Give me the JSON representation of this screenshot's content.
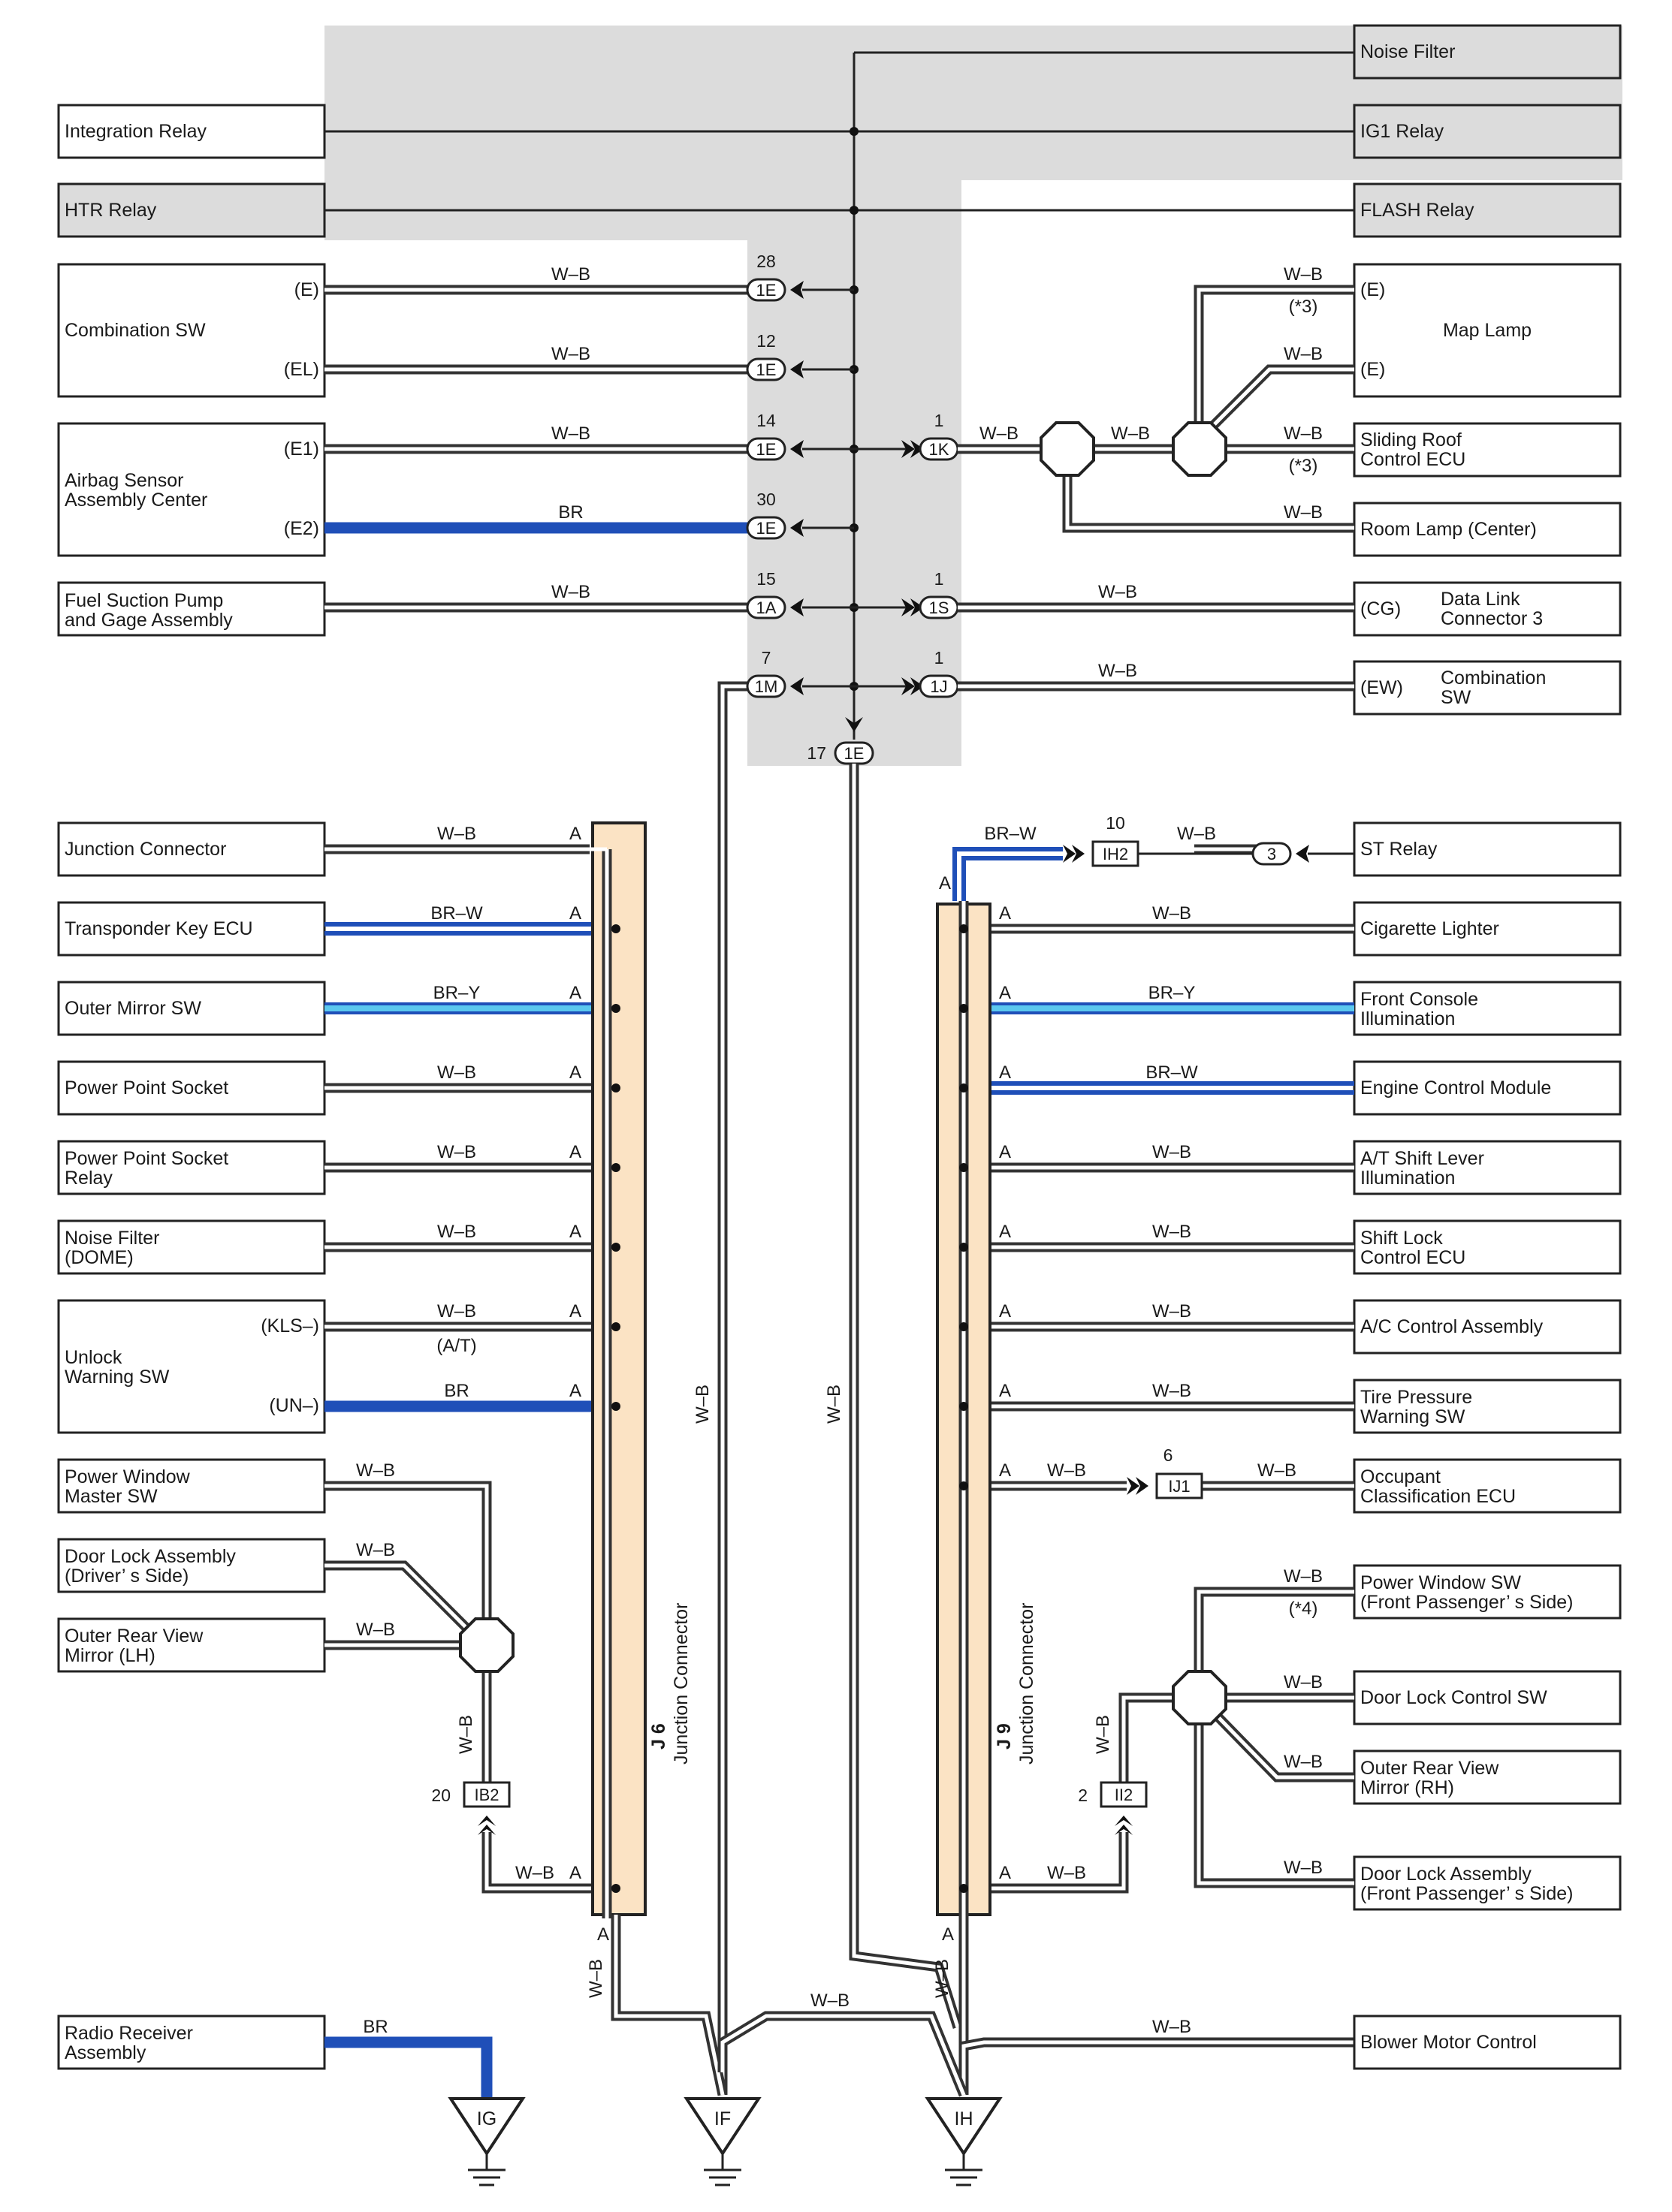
{
  "top_components": {
    "integration_relay": "Integration Relay",
    "htr_relay": "HTR Relay",
    "noise_filter": "Noise Filter",
    "ig1_relay": "IG1 Relay",
    "flash_relay": "FLASH Relay"
  },
  "left_components": {
    "combination_sw": {
      "name": "Combination SW",
      "pin_e": "(E)",
      "pin_el": "(EL)"
    },
    "airbag_sensor": {
      "line1": "Airbag Sensor",
      "line2": "Assembly Center",
      "pin_e1": "(E1)",
      "pin_e2": "(E2)"
    },
    "fuel_pump": {
      "line1": "Fuel Suction Pump",
      "line2": "and Gage Assembly"
    }
  },
  "right_components": {
    "map_lamp": {
      "name": "Map Lamp",
      "pin_e": "(E)"
    },
    "sliding_roof": {
      "line1": "Sliding Roof",
      "line2": "Control ECU"
    },
    "room_lamp": "Room Lamp (Center)",
    "data_link": {
      "line1": "Data Link",
      "line2": "Connector 3",
      "pin": "(CG)"
    },
    "combination_sw2": {
      "line1": "Combination",
      "line2": "SW",
      "pin": "(EW)"
    }
  },
  "wire_colors": {
    "w_b": "W–B",
    "br": "BR",
    "br_w": "BR–W",
    "br_y": "BR–Y",
    "br_hex": "#1f4fb8",
    "br_y_hex": "#5cc8ee",
    "wb_hex": "#333333"
  },
  "connectors": {
    "c1E": "1E",
    "c1A": "1A",
    "c1M": "1M",
    "c1K": "1K",
    "c1S": "1S",
    "c1J": "1J",
    "pin_28": "28",
    "pin_12": "12",
    "pin_14": "14",
    "pin_30": "30",
    "pin_15": "15",
    "pin_7": "7",
    "pin_17": "17",
    "pin_1": "1",
    "ih2": "IH2",
    "ih2_pin": "10",
    "st3": "3",
    "ij1": "IJ1",
    "ij1_pin": "6",
    "ib2": "IB2",
    "ib2_pin": "20",
    "ii2": "II2",
    "ii2_pin": "2",
    "pin_a": "A"
  },
  "notes": {
    "n3": "(*3)",
    "n4": "(*4)",
    "at": "(A/T)"
  },
  "j6": {
    "code": "J 6",
    "name": "Junction Connector",
    "devices": [
      {
        "line1": "Junction Connector",
        "line2": "",
        "wire": "W–B"
      },
      {
        "line1": "Transponder Key ECU",
        "line2": "",
        "wire": "BR–W"
      },
      {
        "line1": "Outer Mirror SW",
        "line2": "",
        "wire": "BR–Y"
      },
      {
        "line1": "Power Point Socket",
        "line2": "",
        "wire": "W–B"
      },
      {
        "line1": "Power Point Socket",
        "line2": "Relay",
        "wire": "W–B"
      },
      {
        "line1": "Noise Filter",
        "line2": "(DOME)",
        "wire": "W–B"
      }
    ],
    "unlock": {
      "line1": "Unlock",
      "line2": "Warning SW",
      "pin_kls": "(KLS–)",
      "pin_un": "(UN–)"
    },
    "lower_devices": [
      {
        "line1": "Power Window",
        "line2": "Master SW"
      },
      {
        "line1": "Door Lock Assembly",
        "line2": "(Driver’ s Side)"
      },
      {
        "line1": "Outer Rear View",
        "line2": "Mirror (LH)"
      }
    ]
  },
  "j9": {
    "code": "J 9",
    "name": "Junction Connector",
    "st_relay": "ST Relay",
    "devices": [
      {
        "line1": "Cigarette Lighter",
        "line2": "",
        "wire": "W–B"
      },
      {
        "line1": "Front Console",
        "line2": "Illumination",
        "wire": "BR–Y"
      },
      {
        "line1": "Engine Control Module",
        "line2": "",
        "wire": "BR–W"
      },
      {
        "line1": "A/T Shift Lever",
        "line2": "Illumination",
        "wire": "W–B"
      },
      {
        "line1": "Shift Lock",
        "line2": "Control ECU",
        "wire": "W–B"
      },
      {
        "line1": "A/C Control Assembly",
        "line2": "",
        "wire": "W–B"
      },
      {
        "line1": "Tire Pressure",
        "line2": "Warning SW",
        "wire": "W–B"
      },
      {
        "line1": "Occupant",
        "line2": "Classification ECU",
        "wire": "W–B"
      }
    ],
    "lower_devices": [
      {
        "line1": "Power Window SW",
        "line2": "(Front Passenger’ s Side)"
      },
      {
        "line1": "Door Lock Control SW",
        "line2": ""
      },
      {
        "line1": "Outer Rear View",
        "line2": "Mirror (RH)"
      },
      {
        "line1": "Door Lock Assembly",
        "line2": "(Front Passenger’ s Side)"
      }
    ]
  },
  "bottom": {
    "radio": {
      "line1": "Radio Receiver",
      "line2": "Assembly"
    },
    "blower": "Blower Motor Control"
  },
  "grounds": {
    "ig": "IG",
    "if": "IF",
    "ih": "IH"
  }
}
